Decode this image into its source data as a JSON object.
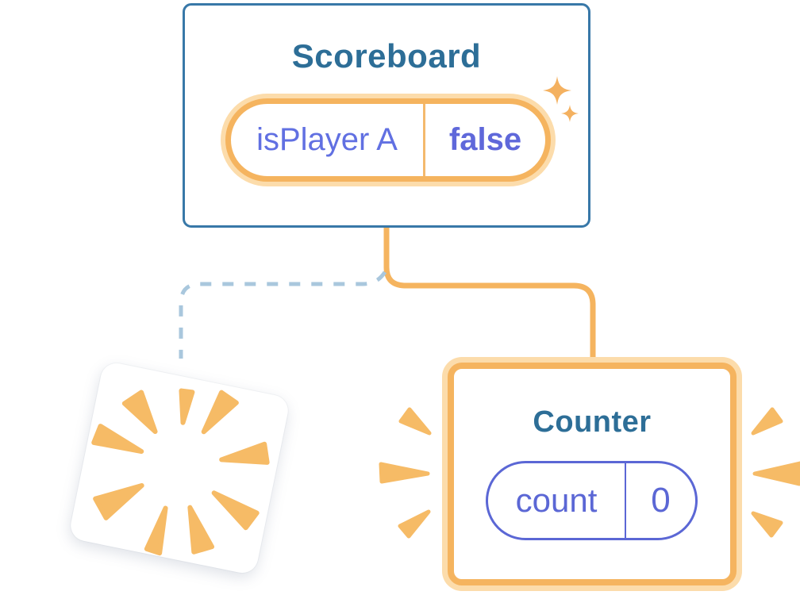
{
  "diagram": {
    "background_color": "#ffffff",
    "nodes": {
      "scoreboard": {
        "title": "Scoreboard",
        "state": {
          "key": "isPlayer A",
          "value": "false"
        },
        "border_color": "#3878a8",
        "state_pill_border_color": "#f5b45f",
        "state_pill_halo_color": "#fcdcab",
        "decoration": "sparkles-icon"
      },
      "counter": {
        "title": "Counter",
        "state": {
          "key": "count",
          "value": "0"
        },
        "border_color": "#f5b45f",
        "halo_color": "#fcdcab",
        "state_pill_border_color": "#5b67d5",
        "decoration": "emphasis-burst-marks"
      },
      "removed": {
        "decoration": "poof-burst-icon",
        "tilt_degrees": 11.5
      }
    },
    "edges": [
      {
        "from": "scoreboard",
        "to": "counter",
        "style": "solid",
        "color": "#f5b45f"
      },
      {
        "from": "scoreboard",
        "to": "removed",
        "style": "dashed",
        "color": "#a9c7dd"
      }
    ],
    "colors": {
      "title_text": "#2d6e97",
      "state_text_purple": "#6170e2",
      "state_value_bold_purple": "#5f68da",
      "orange": "#f5b45f",
      "orange_halo": "#fcdcab",
      "burst_orange": "#f6bb66",
      "dashed_line_blue": "#a9c7dd",
      "card_border_blue": "#3878a8"
    }
  }
}
